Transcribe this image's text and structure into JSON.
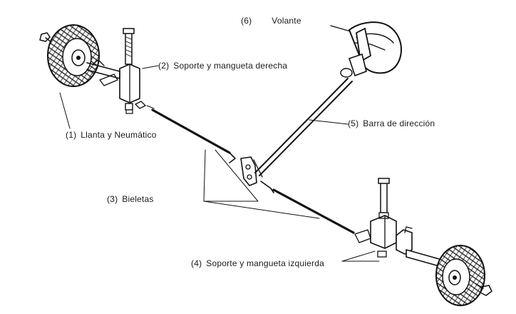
{
  "labels": {
    "l1": {
      "num": "(1)",
      "text": "Llanta y Neumático"
    },
    "l2": {
      "num": "(2)",
      "text": "Soporte y mangueta derecha"
    },
    "l3": {
      "num": "(3)",
      "text": "Bieletas"
    },
    "l4": {
      "num": "(4)",
      "text": "Soporte y mangueta izquierda"
    },
    "l5": {
      "num": "(5)",
      "text": "Barra de dirección"
    },
    "l6": {
      "num": "(6)",
      "text": "Volante"
    }
  },
  "colors": {
    "ink": "#111111",
    "text": "#1a1a1a",
    "background": "#ffffff"
  }
}
